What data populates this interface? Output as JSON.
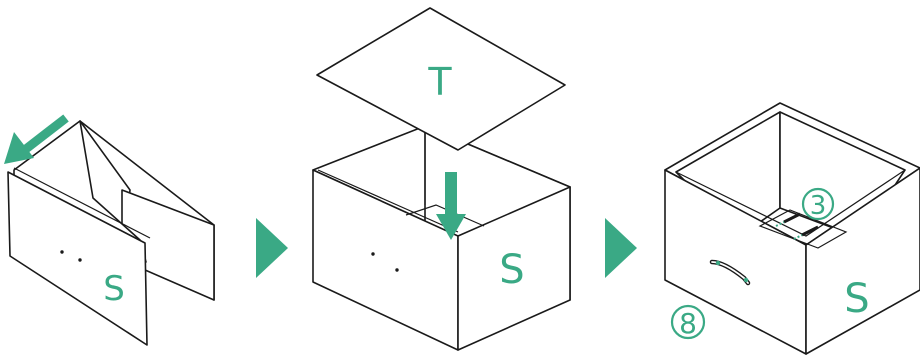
{
  "colors": {
    "accent": "#3aa985",
    "line": "#1a1a1a",
    "fill": "#ffffff"
  },
  "steps": [
    {
      "part_label": "S"
    },
    {
      "panel_label": "T",
      "box_label": "S"
    },
    {
      "box_label": "S",
      "callout_top": "3",
      "callout_bottom": "8"
    }
  ],
  "icons": [
    "arrow-left-down-icon",
    "arrow-right-icon",
    "arrow-down-icon",
    "arrow-right-icon",
    "screw-icon",
    "handle-icon"
  ]
}
